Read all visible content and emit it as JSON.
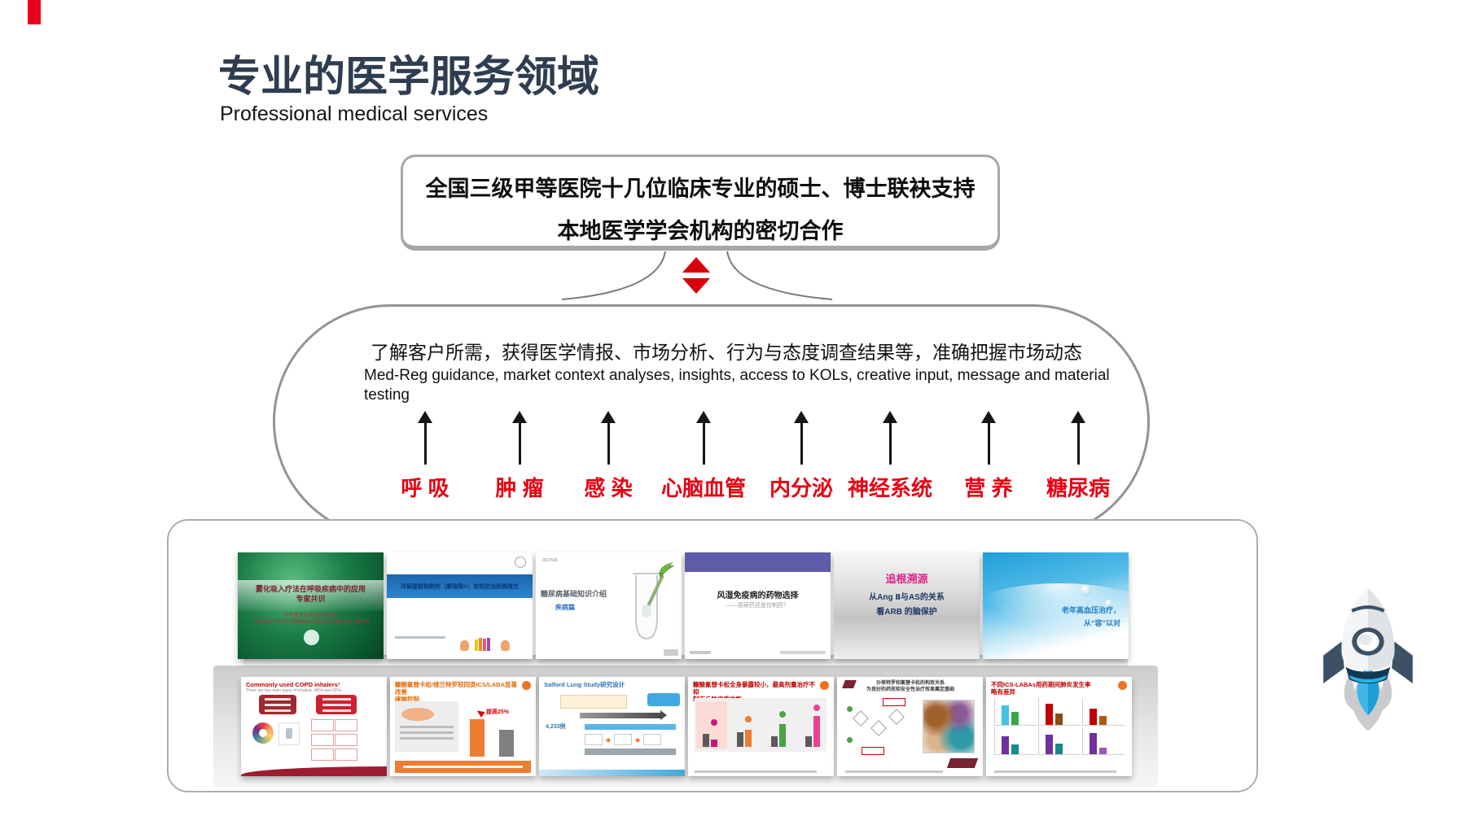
{
  "page": {
    "title": "专业的医学服务领域",
    "subtitle": "Professional medical services"
  },
  "bubble_top": {
    "line1": "全国三级甲等医院十几位临床专业的硕士、博士联袂支持",
    "line2": "本地医学学会机构的密切合作"
  },
  "bubble_main": {
    "line_cn": "了解客户所需，获得医学情报、市场分析、行为与态度调查结果等，准确把握市场动态",
    "line_en": "Med-Reg guidance, market context analyses, insights, access to KOLs,  creative input, message and material testing"
  },
  "specialties": [
    "呼 吸",
    "肿 瘤",
    "感 染",
    "心脑血管",
    "内分泌",
    "神经系统",
    "营 养",
    "糖尿病"
  ],
  "gallery": {
    "top": [
      {
        "title": "雾化吸入疗法在呼吸疾病中的应用",
        "title2": "专家共识",
        "note": "中华医学会呼吸病学分会",
        "note2": "《雾化吸入疗法在呼吸疾病中的应用专家共识》编写组"
      },
      {
        "banner": "洋蓟提取物制剂（摩琉保®）有效防治胆病增生"
      },
      {
        "logo": "acova",
        "title": "糖尿病基础知识介绍",
        "tag": "疾病篇"
      },
      {
        "title": "风湿免疫病的药物选择",
        "subtitle": "——原研药还是仿制药？"
      },
      {
        "title": "追根溯源",
        "line1": "从Ang Ⅱ与AS的关系",
        "line2": "看ARB 的脑保护"
      },
      {
        "line1": "老年高血压治疗，",
        "line2": "从“容”以对"
      }
    ],
    "bottom": [
      {
        "title": "Commonly used COPD inhalers¹",
        "subtitle": "There are two main types of inhalers: MDIs and DPIs"
      },
      {
        "title": "糠酸氟替卡松/维兰特罗较同类ICS/LABA显著改善",
        "title2": "哮喘控制",
        "annotation": "提高25%"
      },
      {
        "title": "Salford Lung Study研究设计",
        "stat": "4,233例"
      },
      {
        "title": "糠酸氟替卡松全身暴露较小，最高剂量治疗不抑",
        "title2": "制下丘脑皮质功能"
      },
      {
        "title": "沙美特罗和氟替卡松的构效关系",
        "title2": "为良好的药效和安全性治疗效果奠定基础"
      },
      {
        "title": "不同ICS-LABAs用药期间肺炎发生率",
        "title2": "略有差异"
      }
    ]
  },
  "colors": {
    "accent_red": "#e60012",
    "diamond_red": "#d70008",
    "title_dark": "#2e3d4f",
    "border_gray": "#a6a6a6",
    "gsk_orange": "#f36f21"
  }
}
